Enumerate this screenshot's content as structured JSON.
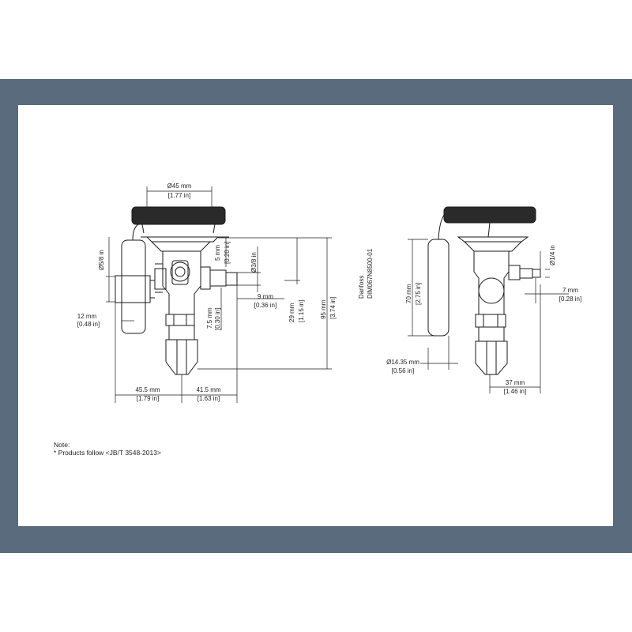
{
  "colors": {
    "frame": "#5b6b7e",
    "paper": "#ffffff",
    "line": "#1a1a1a",
    "bulb_fill": "#2a2a2a"
  },
  "left_view": {
    "dia_top_mm": "Ø45 mm",
    "dia_top_in": "[1.77 in]",
    "inlet_mm": "Ø5/8 in",
    "d12_mm": "12 mm",
    "d12_in": "[0.48 in]",
    "d455_mm": "45.5 mm",
    "d455_in": "[1.79 in]",
    "d415_mm": "41.5 mm",
    "d415_in": "[1.63 in]",
    "d75_mm": "7.5 mm",
    "d75_in": "[0.30 in]",
    "d5_mm": "5 mm",
    "d5_in": "[0.20 in]",
    "outlet_mm": "Ø3/8 in",
    "d9_mm": "9 mm",
    "d9_in": "[0.36 in]",
    "d29_mm": "29 mm",
    "d29_in": "[1.15 in]",
    "d95_mm": "95 mm",
    "d95_in": "[3.74 in]"
  },
  "right_view": {
    "brand": "Danfoss",
    "drawing_no": "DIM067N8500-01",
    "d70_mm": "70 mm",
    "d70_in": "[2.75 in]",
    "bulb_dia_mm": "Ø14.35 mm",
    "bulb_dia_in": "[0.56 in]",
    "eq_mm": "Ø1/4 in",
    "d7_mm": "7 mm",
    "d7_in": "[0.28 in]",
    "d37_mm": "37 mm",
    "d37_in": "[1.46 in]"
  },
  "note": {
    "title": "Note:",
    "line1": "* Products follow <JB/T 3548-2013>"
  }
}
